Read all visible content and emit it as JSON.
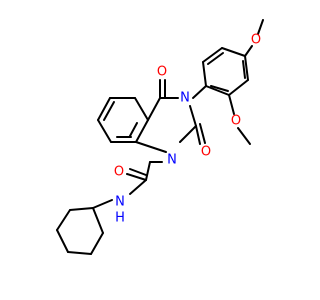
{
  "structure": {
    "labels": {
      "n_amide": "N",
      "h_amide": "H",
      "o_amide": "O",
      "n1_quinazoline": "N",
      "n3_quinazoline": "N",
      "o_c2": "O",
      "o_c4": "O",
      "o_methoxy_ortho": "O",
      "o_methoxy_para": "O"
    },
    "colors": {
      "bond": "#000000",
      "nitrogen": "#0000ff",
      "oxygen": "#ff0000",
      "background": "#ffffff"
    }
  }
}
